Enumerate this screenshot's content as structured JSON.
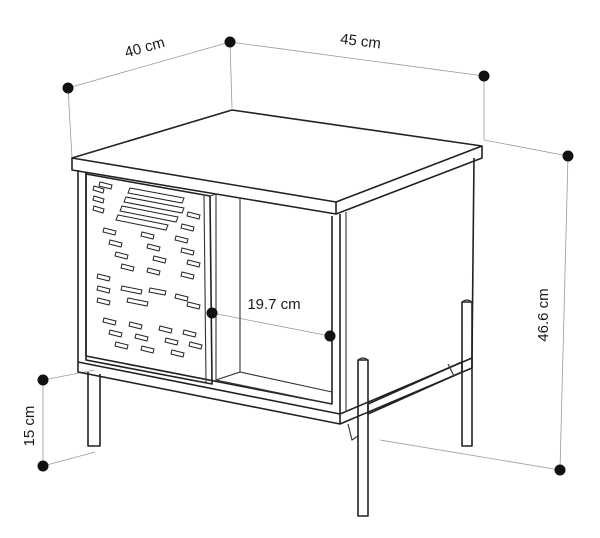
{
  "diagram": {
    "dimensions": {
      "depth": "40 cm",
      "width": "45 cm",
      "height": "46.6 cm",
      "leg_height": "15 cm",
      "opening_width": "19.7 cm"
    }
  }
}
